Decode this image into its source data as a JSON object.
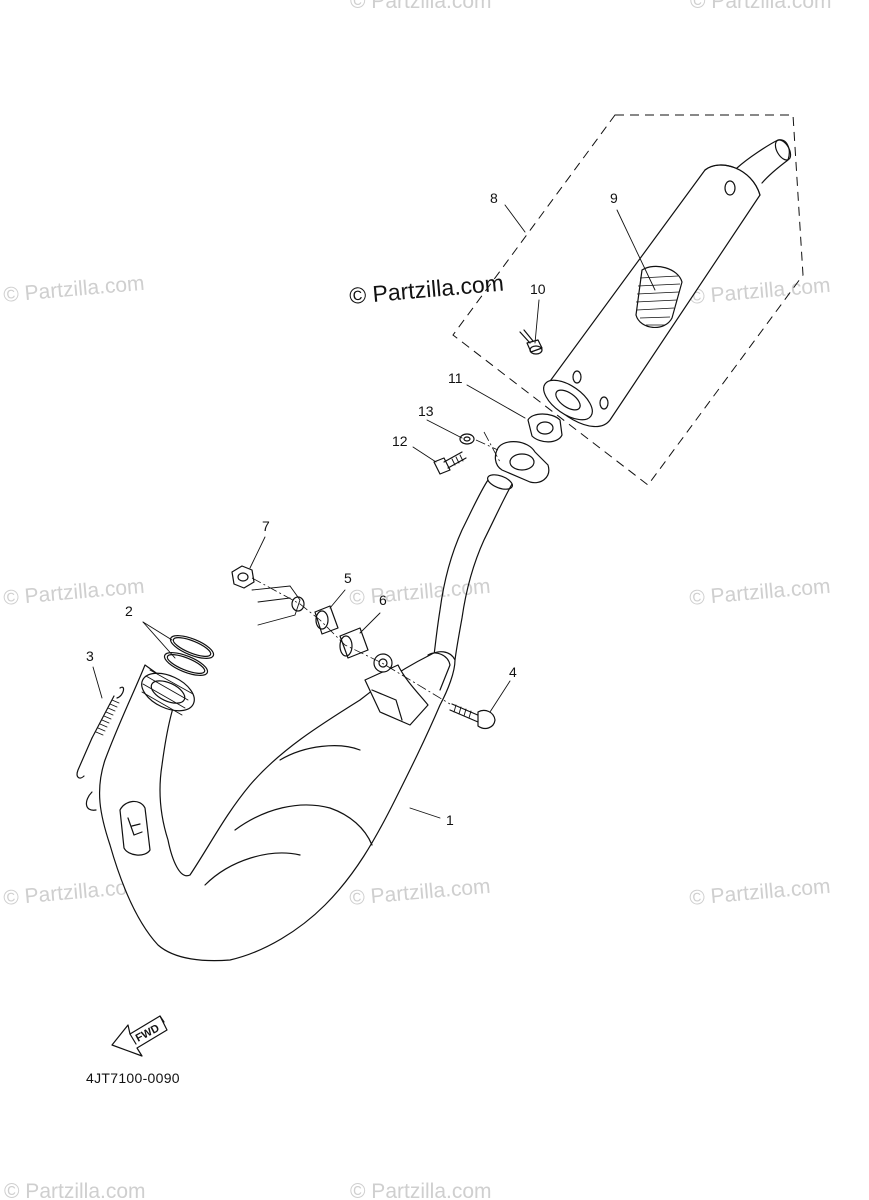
{
  "watermarks": [
    "© Partzilla.com",
    "© Partzilla.com",
    "© Partzilla.com",
    "© Partzilla.com",
    "© Partzilla.com",
    "© Partzilla.com",
    "© Partzilla.com",
    "© Partzilla.com",
    "© Partzilla.com",
    "© Partzilla.com",
    "© Partzilla.com",
    "© Partzilla.com",
    "© Partzilla.com"
  ],
  "callouts": [
    "1",
    "2",
    "3",
    "4",
    "5",
    "6",
    "7",
    "8",
    "9",
    "10",
    "11",
    "12",
    "13"
  ],
  "fwd_label": "FWD",
  "diagram_code": "4JT7100-0090"
}
